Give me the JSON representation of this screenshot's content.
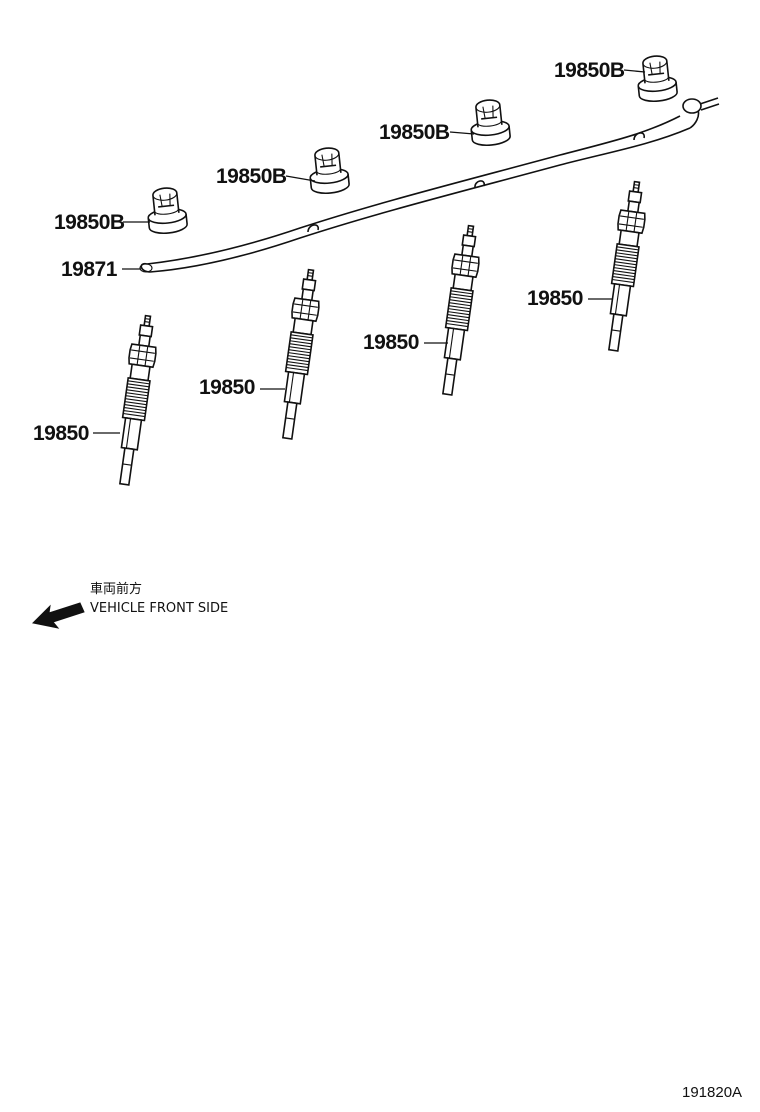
{
  "labels": {
    "plug_1": "19850",
    "plug_2": "19850",
    "plug_3": "19850",
    "plug_4": "19850",
    "cap_1": "19850B",
    "cap_2": "19850B",
    "cap_3": "19850B",
    "cap_4": "19850B",
    "busbar": "19871"
  },
  "note": {
    "japanese": "車両前方",
    "english": "VEHICLE FRONT SIDE"
  },
  "diagram_code": "191820A"
}
